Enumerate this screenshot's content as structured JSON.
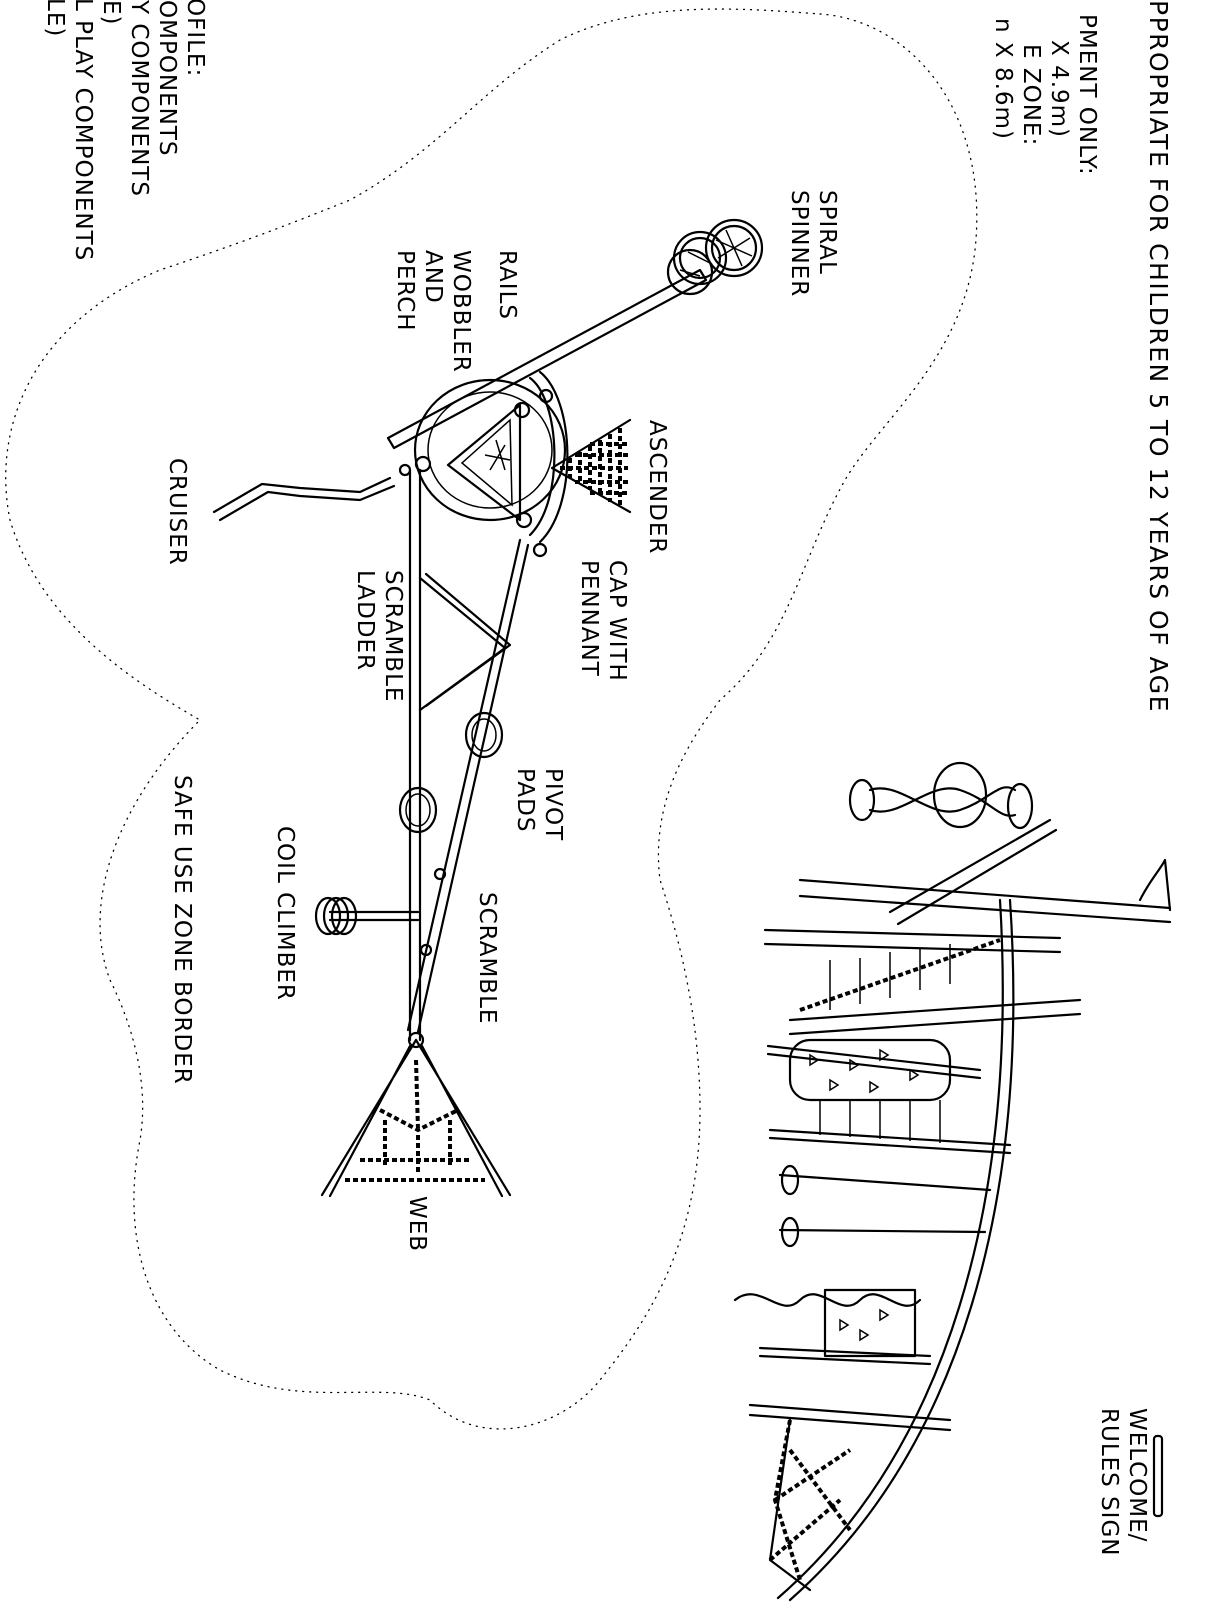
{
  "header": {
    "age_note": "PPROPRIATE FOR CHILDREN 5 TO 12 YEARS OF AGE",
    "equipment_lines": [
      "PMENT ONLY:",
      "X 4.9m)",
      "E ZONE:",
      "n X 8.6m)"
    ],
    "profile_lines": [
      "OFILE:",
      "OMPONENTS",
      "Y COMPONENTS",
      "E)",
      "L PLAY COMPONENTS",
      "LE)"
    ]
  },
  "components": {
    "spiral_spinner": [
      "SPIRAL",
      "SPINNER"
    ],
    "rails": [
      "RAILS"
    ],
    "wobbler_perch": [
      "WOBBLER",
      "AND",
      "PERCH"
    ],
    "ascender": [
      "ASCENDER"
    ],
    "cruiser": [
      "CRUISER"
    ],
    "cap_pennant": [
      "CAP WITH",
      "PENNANT"
    ],
    "scramble_ladder": [
      "SCRAMBLE",
      "LADDER"
    ],
    "pivot_pads": [
      "PIVOT",
      "PADS"
    ],
    "coil_climber": [
      "COIL CLIMBER"
    ],
    "scramble": [
      "SCRAMBLE"
    ],
    "web": [
      "WEB"
    ],
    "safe_zone": [
      "SAFE USE ZONE BORDER"
    ],
    "welcome_sign": [
      "WELCOME/",
      "RULES SIGN"
    ]
  }
}
